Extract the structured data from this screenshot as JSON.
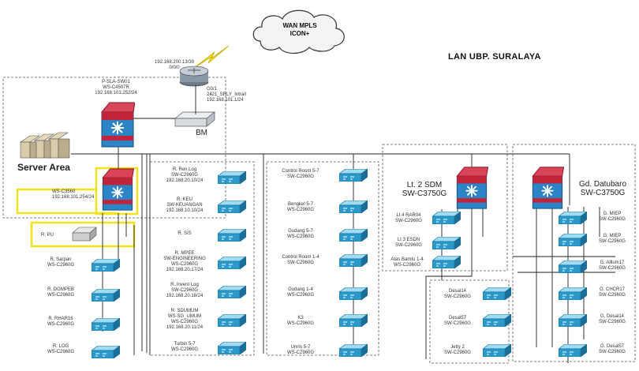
{
  "title": "LAN UBP. SURALAYA",
  "cloud": [
    "WAN MPLS",
    "ICON+"
  ],
  "router": {
    "top_label": [
      "192.168.200.13/30",
      "0/0/0"
    ],
    "side_label": [
      "G0/1",
      "2421_SRLY_Intrail",
      "192.168.101.1/24"
    ]
  },
  "bm_label": "BM",
  "core": [
    "P-SLA-SW01",
    "WS-C4507R",
    "192.168.101.252/24"
  ],
  "server_area": "Server Area",
  "ws3560": [
    "WS-C3560",
    "192.168.101.254/24"
  ],
  "r_pu": "R. PU",
  "col1": [
    [
      "R. Sarpan",
      "WS-C2960G"
    ],
    [
      "R. DGMPEB",
      "WS-C2960G"
    ],
    [
      "R. RHAR16",
      "WS-C2960G"
    ],
    [
      "R. LOG",
      "WS-C2960G"
    ]
  ],
  "col2": [
    [
      "R. Ren.Log",
      "SW-C2960G",
      "192.168.20.10/24"
    ],
    [
      "R. KEU",
      "SW-KEUANGAN",
      "192.168.10.10/24"
    ],
    [
      "R. SIS",
      ""
    ],
    [
      "R. MPEE",
      "SW-ENGINEERING",
      "WS-C2960G",
      "192.168.20.17/24"
    ],
    [
      "R. Invent Log",
      "SW-C2960G",
      "192.168.20.18/24"
    ],
    [
      "R. SDUMUM",
      "WS-SG_UMUM",
      "WS-C2960G",
      "192.168.20.11/24"
    ],
    [
      "Turbin 5-7",
      "WS-C2960G"
    ]
  ],
  "col3": [
    [
      "Control Room 5-7",
      "SW-C2960G"
    ],
    [
      "Bengkel 5-7",
      "WS-C2960G"
    ],
    [
      "Gudang 5-7",
      "WS-C2960G"
    ],
    [
      "Control Room 1-4",
      "SW-C2960G"
    ],
    [
      "Gudang 1-4",
      "WS-C2960G"
    ],
    [
      "K3",
      "WS-C2960G"
    ],
    [
      "Unrin 5-7",
      "WS-C2960G"
    ]
  ],
  "sdm": {
    "label": [
      "Lt. 2 SDM",
      "SW-C3750G"
    ],
    "items": [
      [
        "Lt 4 RAR04",
        "SW-C2960G"
      ],
      [
        "Lt 3 ESDN",
        "SW-C2960G"
      ],
      [
        "Atas Bamtu 1-4",
        "WS-C2960G"
      ]
    ]
  },
  "datubaro": {
    "label": [
      "Gd. Datubaro",
      "SW-C3750G"
    ],
    "items_right": [
      [
        "G. MIEP",
        "SW-C2960G"
      ],
      [
        "G. MIEP",
        "SW-C2960G"
      ],
      [
        "G. Alllum17",
        "SW-C2960G"
      ],
      [
        "G. CHCR17",
        "SW-C2960G"
      ],
      [
        "G. Desal14",
        "SW-C2960G"
      ],
      [
        "G. Desal57",
        "SW-C2960G"
      ]
    ],
    "items_left": [
      [
        "Desal14",
        "SW-C2960G"
      ],
      [
        "Desal57",
        "SW-C2960G"
      ],
      [
        "Jetty 2",
        "SW-C2960G"
      ]
    ]
  },
  "colors": {
    "switch_top": "#8fd6ee",
    "switch_side": "#1f8fbf",
    "core_red": "#c0243a",
    "core_blue": "#2b84c6",
    "highlight": "#f2e31b",
    "line": "#222222"
  }
}
